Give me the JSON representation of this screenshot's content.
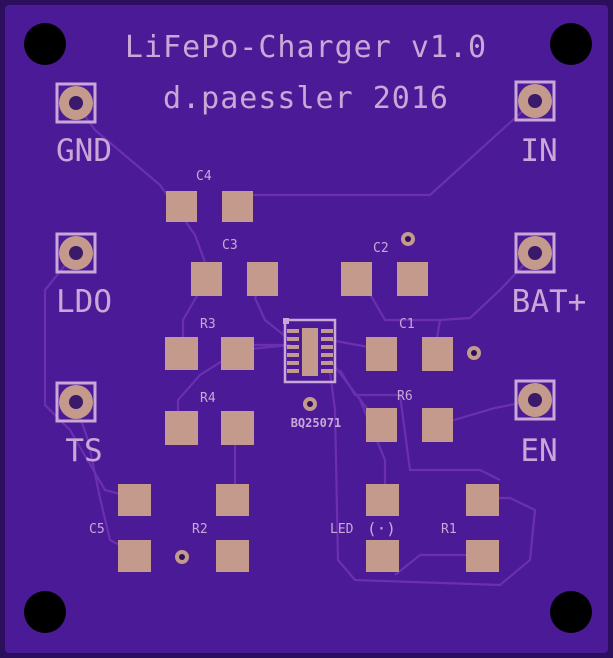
{
  "board": {
    "title": "LiFePo-Charger v1.0",
    "author": "d.paessler 2016",
    "colors": {
      "substrate": "#2b0f5c",
      "soldermask": "#4b1a96",
      "silkscreen": "#c9a8d8",
      "copper_pad": "#c49a8c"
    }
  },
  "connectors": [
    {
      "id": "gnd",
      "label": "GND"
    },
    {
      "id": "in",
      "label": "IN"
    },
    {
      "id": "ldo",
      "label": "LDO"
    },
    {
      "id": "batp",
      "label": "BAT+"
    },
    {
      "id": "ts",
      "label": "TS"
    },
    {
      "id": "en",
      "label": "EN"
    }
  ],
  "components": {
    "c1": "C1",
    "c2": "C2",
    "c3": "C3",
    "c4": "C4",
    "c5": "C5",
    "r1": "R1",
    "r2": "R2",
    "r3": "R3",
    "r4": "R4",
    "r6": "R6",
    "led": "LED",
    "ic": "BQ25071"
  }
}
